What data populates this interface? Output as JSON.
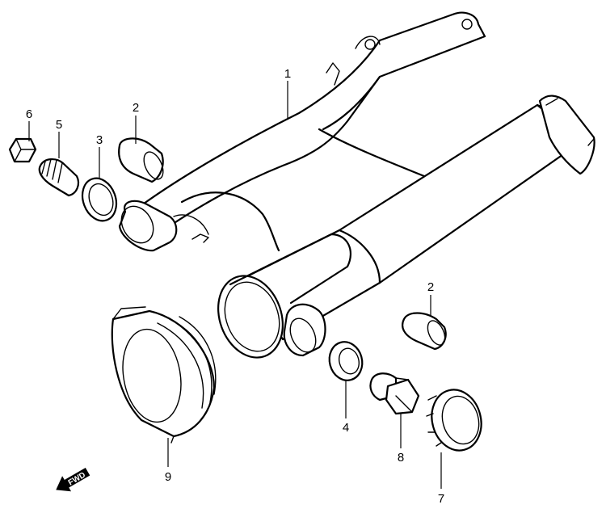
{
  "callouts": [
    {
      "id": "swingarm",
      "label": "1"
    },
    {
      "id": "bushing-upper",
      "label": "2"
    },
    {
      "id": "bushing-lower",
      "label": "2"
    },
    {
      "id": "bearing-upper",
      "label": "3"
    },
    {
      "id": "bearing-lower",
      "label": "4"
    },
    {
      "id": "pivot-bolt",
      "label": "5"
    },
    {
      "id": "nut",
      "label": "6"
    },
    {
      "id": "cap",
      "label": "7"
    },
    {
      "id": "drain-plug",
      "label": "8"
    },
    {
      "id": "boot",
      "label": "9"
    }
  ],
  "fwd_label": "FWD"
}
